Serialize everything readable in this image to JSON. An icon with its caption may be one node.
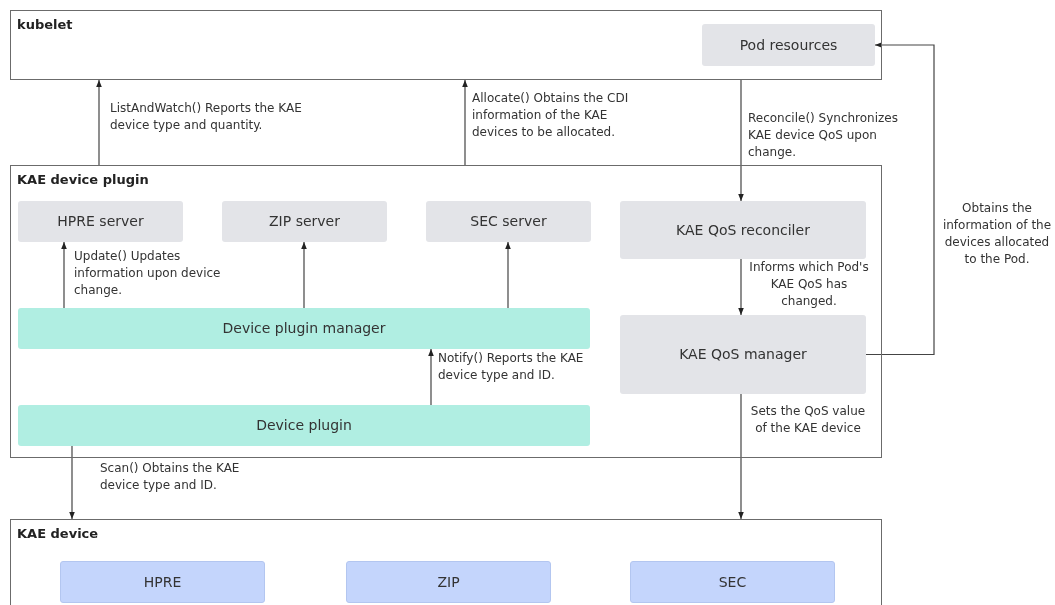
{
  "diagram": {
    "nodes": [
      {
        "text": [
          "kubelet"
        ]
      },
      {
        "text": [
          "Pod resources"
        ],
        "in": 0
      },
      {
        "text": [
          "KAE device plugin"
        ]
      },
      {
        "text": [
          "HPRE server"
        ],
        "in": 2
      },
      {
        "text": [
          "ZIP server"
        ],
        "in": 2
      },
      {
        "text": [
          "SEC server"
        ],
        "in": 2
      },
      {
        "text": [
          "KAE QoS reconciler"
        ],
        "in": 2
      },
      {
        "text": [
          "Device plugin manager"
        ],
        "in": 2
      },
      {
        "text": [
          "KAE QoS manager"
        ],
        "in": 2
      },
      {
        "text": [
          "Device plugin"
        ],
        "in": 2
      },
      {
        "text": [
          "KAE device"
        ]
      },
      {
        "text": [
          "HPRE"
        ],
        "in": 10
      },
      {
        "text": [
          "ZIP"
        ],
        "in": 10
      },
      {
        "text": [
          "SEC"
        ],
        "in": 10
      }
    ],
    "edges": [
      {
        "from": 2,
        "to": 0,
        "arrow": "to",
        "label": "ListAndWatch() Reports the KAE device type and quantity."
      },
      {
        "from": 2,
        "to": 0,
        "arrow": "to",
        "label": "Allocate() Obtains the CDI information of the KAE devices to be allocated."
      },
      {
        "from": 0,
        "to": 6,
        "arrow": "to",
        "label": "Reconcile() Synchronizes KAE device QoS upon change."
      },
      {
        "from": 7,
        "to": 3,
        "arrow": "to",
        "label": "Update() Updates information upon device change."
      },
      {
        "from": 7,
        "to": 4,
        "arrow": "to"
      },
      {
        "from": 7,
        "to": 5,
        "arrow": "to"
      },
      {
        "from": 9,
        "to": 7,
        "arrow": "to",
        "label": "Notify() Reports the KAE device type and ID."
      },
      {
        "from": 6,
        "to": 8,
        "arrow": "to",
        "label": "Informs which Pod's KAE QoS has changed."
      },
      {
        "from": 8,
        "to": 1,
        "arrow": "to",
        "label": "Obtains the information of the devices allocated to the Pod."
      },
      {
        "from": 9,
        "to": 10,
        "arrow": "to",
        "label": "Scan() Obtains the KAE device type and ID."
      },
      {
        "from": 8,
        "to": 10,
        "arrow": "to",
        "label": "Sets the QoS value of the KAE device"
      }
    ]
  }
}
